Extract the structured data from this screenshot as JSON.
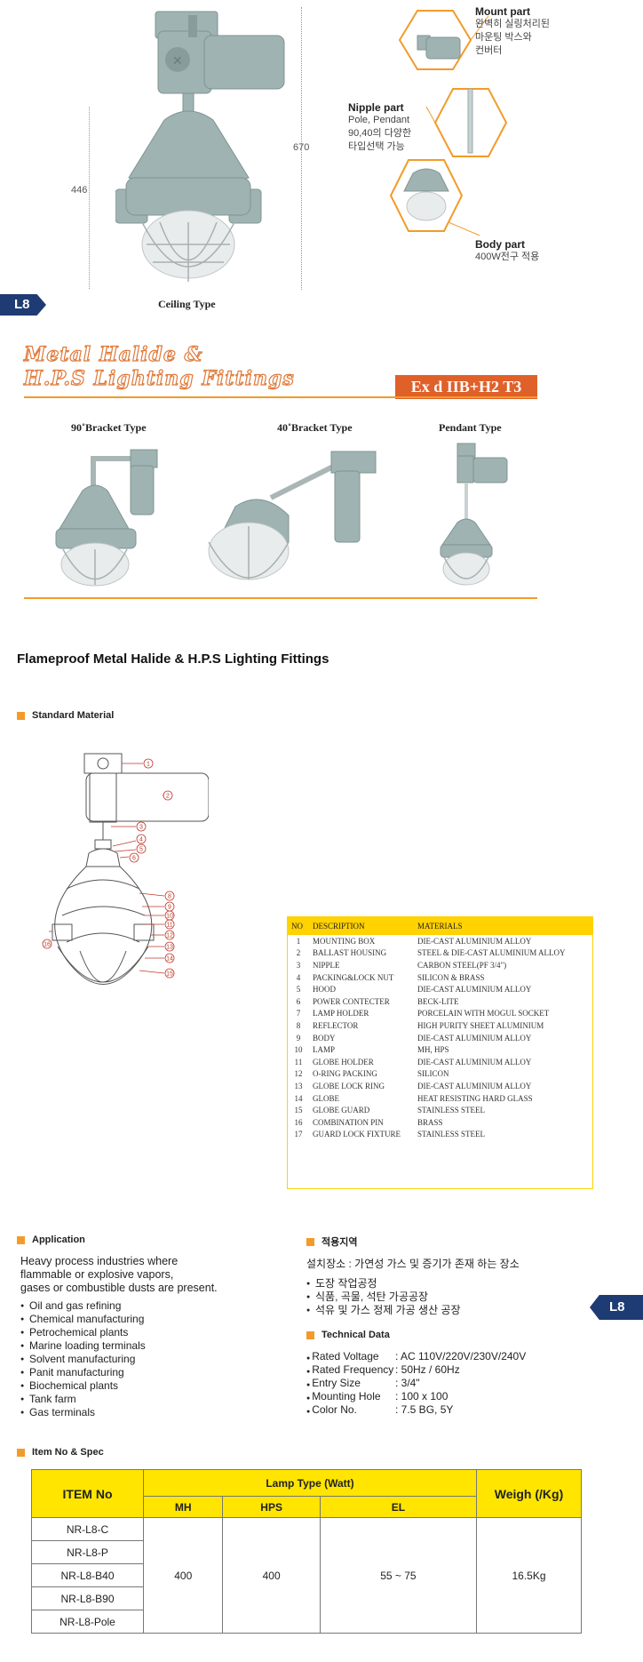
{
  "top": {
    "dim_height_full": "670",
    "dim_height_body": "446",
    "caption": "Ceiling Type",
    "tag": "L8",
    "callouts": [
      {
        "title": "Mount part",
        "text": [
          "완벽히 실링처리된",
          "마운팅 박스와",
          "컨버터"
        ]
      },
      {
        "title": "Nipple part",
        "text": [
          "Pole, Pendant",
          "90,40의 다양한",
          "타입선택 가능"
        ]
      },
      {
        "title": "Body part",
        "text": [
          "400W전구 적용"
        ]
      }
    ]
  },
  "banner": {
    "title_line1": "Metal Halide &",
    "title_line2": "H.P.S Lighting Fittings",
    "rating": "Ex  d  IIB+H2 T3"
  },
  "variants": [
    {
      "label": "90˚Bracket Type"
    },
    {
      "label": "40˚Bracket Type"
    },
    {
      "label": "Pendant Type"
    }
  ],
  "section_title": "Flameproof Metal Halide & H.P.S Lighting Fittings",
  "material": {
    "heading": "Standard Material",
    "headers": [
      "NO",
      "DESCRIPTION",
      "MATERIALS"
    ],
    "rows": [
      [
        "1",
        "MOUNTING BOX",
        "DIE-CAST ALUMINIUM ALLOY"
      ],
      [
        "2",
        "BALLAST HOUSING",
        "STEEL & DIE-CAST ALUMINIUM ALLOY"
      ],
      [
        "3",
        "NIPPLE",
        "CARBON STEEL(PF 3/4\")"
      ],
      [
        "4",
        "PACKING&LOCK NUT",
        "SILICON & BRASS"
      ],
      [
        "5",
        "HOOD",
        "DIE-CAST ALUMINIUM ALLOY"
      ],
      [
        "6",
        "POWER CONTECTER",
        "BECK-LITE"
      ],
      [
        "7",
        "LAMP  HOLDER",
        "PORCELAIN WITH MOGUL SOCKET"
      ],
      [
        "8",
        "REFLECTOR",
        "HIGH PURITY SHEET ALUMINIUM"
      ],
      [
        "9",
        "BODY",
        "DIE-CAST ALUMINIUM ALLOY"
      ],
      [
        "10",
        "LAMP",
        "MH, HPS"
      ],
      [
        "11",
        "GLOBE HOLDER",
        "DIE-CAST ALUMINIUM ALLOY"
      ],
      [
        "12",
        "O-RING PACKING",
        "SILICON"
      ],
      [
        "13",
        "GLOBE LOCK RING",
        "DIE-CAST ALUMINIUM ALLOY"
      ],
      [
        "14",
        "GLOBE",
        "HEAT RESISTING HARD GLASS"
      ],
      [
        "15",
        "GLOBE GUARD",
        "STAINLESS STEEL"
      ],
      [
        "16",
        "COMBINATION PIN",
        "BRASS"
      ],
      [
        "17",
        "GUARD LOCK FIXTURE",
        "STAINLESS STEEL"
      ]
    ],
    "diagram_numbers": [
      "1",
      "2",
      "3",
      "4",
      "5",
      "6",
      "8",
      "9",
      "10",
      "11",
      "12",
      "13",
      "14",
      "15",
      "16"
    ]
  },
  "application": {
    "heading": "Application",
    "intro": [
      "Heavy  process  industries  where",
      "flammable  or  explosive  vapors,",
      "gases  or  combustible  dusts  are  present."
    ],
    "items": [
      "Oil  and  gas  refining",
      "Chemical  manufacturing",
      "Petrochemical  plants",
      "Marine  loading  terminals",
      "Solvent  manufacturing",
      "Panit  manufacturing",
      "Biochemical  plants",
      "Tank  farm",
      "Gas  terminals"
    ]
  },
  "korean": {
    "heading": "적용지역",
    "intro": "설치장소 : 가연성 가스 및 증기가 존재 하는 장소",
    "items": [
      "도장 작업공정",
      "식품, 곡물, 석탄 가공공장",
      "석유 및 가스 정제 가공 생산 공장"
    ],
    "tag": "L8"
  },
  "technical": {
    "heading": "Technical Data",
    "rows": [
      [
        "Rated Voltage",
        ": AC 110V/220V/230V/240V"
      ],
      [
        "Rated Frequency",
        ": 50Hz / 60Hz"
      ],
      [
        "Entry Size",
        ": 3/4\""
      ],
      [
        "Mounting Hole",
        ": 100 x 100"
      ],
      [
        "Color No.",
        ": 7.5 BG, 5Y"
      ]
    ]
  },
  "spec": {
    "heading": "Item No & Spec",
    "col_item": "ITEM No",
    "col_lamp": "Lamp Type (Watt)",
    "col_mh": "MH",
    "col_hps": "HPS",
    "col_el": "EL",
    "col_weight": "Weigh (/Kg)",
    "items": [
      "NR-L8-C",
      "NR-L8-P",
      "NR-L8-B40",
      "NR-L8-B90",
      "NR-L8-Pole"
    ],
    "mh": "400",
    "hps": "400",
    "el": "55  ~  75",
    "weight": "16.5Kg"
  },
  "colors": {
    "accent": "#f29b2a",
    "navy": "#1f3b73",
    "yellow": "#ffd200",
    "banner_red": "#e0602a"
  }
}
